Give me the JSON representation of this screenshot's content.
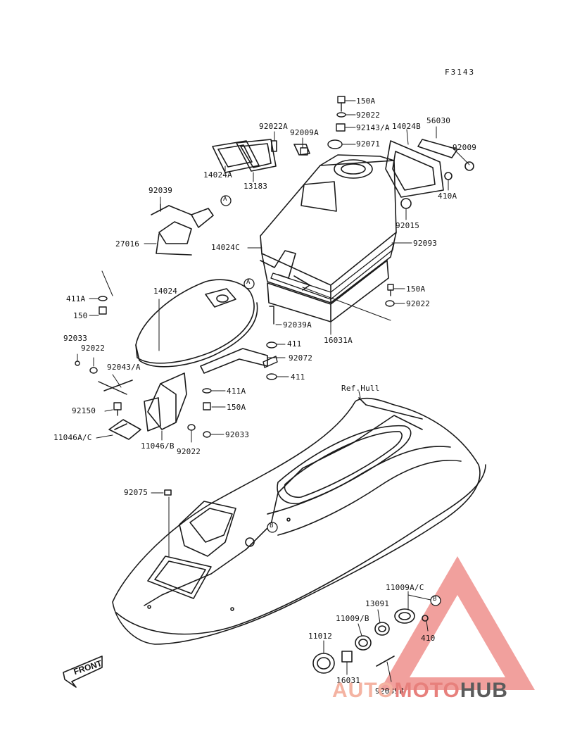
{
  "figure_code": "F3143",
  "labels": {
    "p150A_top": "150A",
    "p92022_top": "92022",
    "p92143A": "92143/A",
    "p92071": "92071",
    "p14024B": "14024B",
    "p56030": "56030",
    "p92009": "92009",
    "p410A": "410A",
    "p92015": "92015",
    "p92093": "92093",
    "p92022A": "92022A",
    "p92009A": "92009A",
    "p14024A": "14024A",
    "p13183": "13183",
    "p92039": "92039",
    "p27016": "27016",
    "p14024C": "14024C",
    "p411A_l": "411A",
    "p150_l": "150",
    "p14024": "14024",
    "p150A_r": "150A",
    "p92022_r": "92022",
    "p92039A": "92039A",
    "p411_a": "411",
    "p16031A": "16031A",
    "p92033_l": "92033",
    "p92022_l": "92022",
    "p92043A": "92043/A",
    "p92072": "92072",
    "p411_b": "411",
    "p411A_m": "411A",
    "p150A_m": "150A",
    "p92150": "92150",
    "p11046AC": "11046A/C",
    "p11046B": "11046/B",
    "p92022_b": "92022",
    "p92033_b": "92033",
    "refhull": "Ref.Hull",
    "p92075": "92075",
    "p11009AC": "11009A/C",
    "p13091": "13091",
    "p11009B": "11009/B",
    "p11012": "11012",
    "p410": "410",
    "p16031": "16031",
    "p92039B": "92039B"
  },
  "callouts": {
    "a1": "A",
    "a2": "A",
    "b1": "B",
    "b2": "B"
  },
  "front_label": "FRONT",
  "watermark": {
    "part1": "AUTO",
    "part2": "MOTO",
    "part3": "HUB"
  }
}
